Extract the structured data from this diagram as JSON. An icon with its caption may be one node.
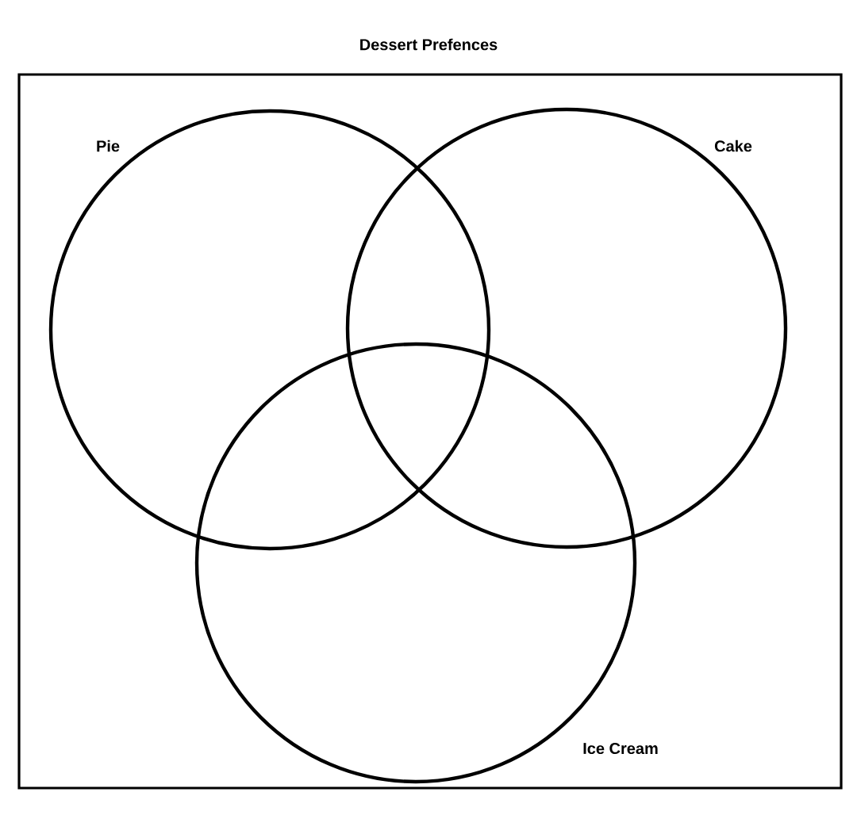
{
  "diagram": {
    "title": "Dessert Prefences",
    "nodes": [
      {
        "text": [
          "Pie"
        ]
      },
      {
        "text": [
          "Cake"
        ]
      },
      {
        "text": [
          "Ice Cream"
        ]
      }
    ]
  }
}
